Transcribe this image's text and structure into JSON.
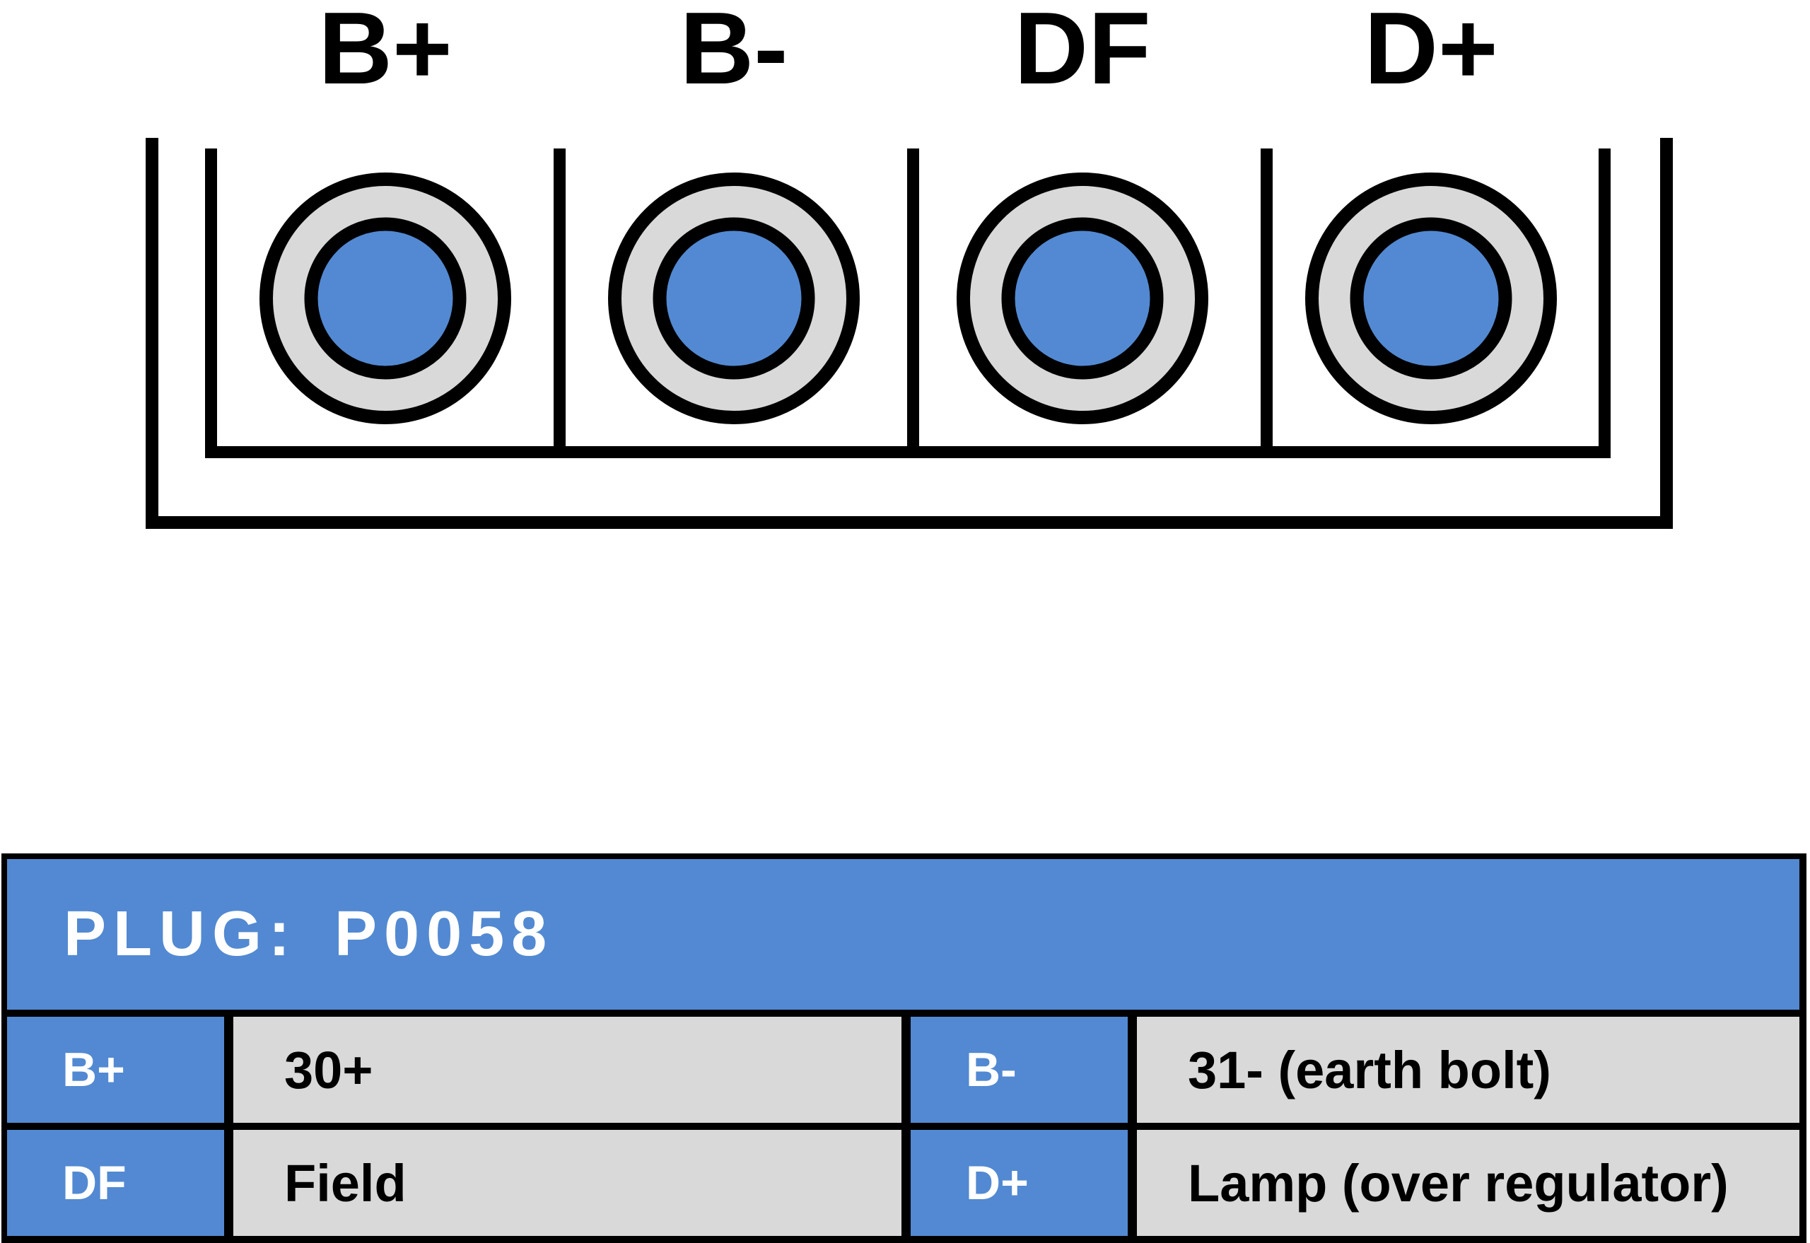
{
  "colors": {
    "accent_blue": "#5289d2",
    "light_gray": "#d9d9d9",
    "line_black": "#000000",
    "background": "#ffffff"
  },
  "connector": {
    "terminals": [
      {
        "label": "B+"
      },
      {
        "label": "B-"
      },
      {
        "label": "DF"
      },
      {
        "label": "D+"
      }
    ]
  },
  "table": {
    "title": "PLUG: P0058",
    "rows": [
      [
        {
          "pin": "B+",
          "desc": "30+"
        },
        {
          "pin": "B-",
          "desc": "31- (earth bolt)"
        }
      ],
      [
        {
          "pin": "DF",
          "desc": "Field"
        },
        {
          "pin": "D+",
          "desc": "Lamp (over regulator)"
        }
      ]
    ]
  }
}
